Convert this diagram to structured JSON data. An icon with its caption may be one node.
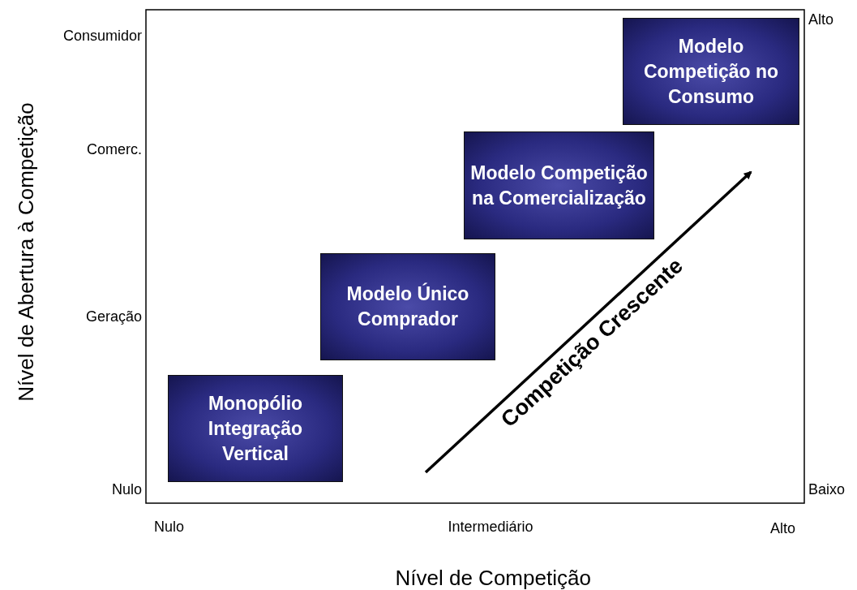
{
  "diagram": {
    "nodes": [
      {
        "text": [
          "Monopólio Integração Vertical"
        ]
      },
      {
        "text": [
          "Modelo Único Comprador"
        ]
      },
      {
        "text": [
          "Modelo Competição na Comercialização"
        ]
      },
      {
        "text": [
          "Modelo Competição no Consumo"
        ]
      }
    ],
    "edges": [],
    "labels": [
      "Consumidor",
      "Alto",
      "Nível de Abertura à Competição",
      "Comerc.",
      "Competição Crescente",
      "Geração",
      "Nulo",
      "Baixo",
      "Nulo",
      "Intermediário",
      "Alto",
      "Nível de Competição"
    ]
  }
}
